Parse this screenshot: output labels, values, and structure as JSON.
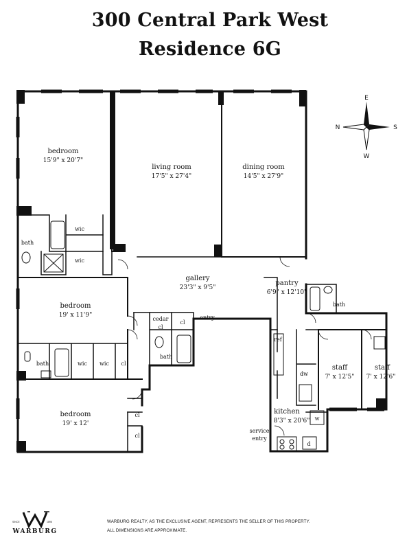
{
  "title": {
    "line1": "300 Central Park West",
    "line2": "Residence 6G"
  },
  "rooms": {
    "bedroom1": {
      "name": "bedroom",
      "dim": "15'9\" x 20'7\""
    },
    "living": {
      "name": "living room",
      "dim": "17'5\" x 27'4\""
    },
    "dining": {
      "name": "dining room",
      "dim": "14'5\" x 27'9\""
    },
    "gallery": {
      "name": "gallery",
      "dim": "23'3\" x 9'5\""
    },
    "pantry": {
      "name": "pantry",
      "dim": "6'9\" x 12'10\""
    },
    "bedroom2": {
      "name": "bedroom",
      "dim": "19' x 11'9\""
    },
    "bedroom3": {
      "name": "bedroom",
      "dim": "19' x 12'"
    },
    "staff1": {
      "name": "staff",
      "dim": "7' x 12'5\""
    },
    "staff2": {
      "name": "staff",
      "dim": "7' x 12'6\""
    },
    "kitchen": {
      "name": "kitchen",
      "dim": "8'3\" x 20'6\""
    }
  },
  "labels": {
    "bath": "bath",
    "wic": "wic",
    "cl": "cl",
    "cedar": "cedar",
    "entry": "entry",
    "service": "service",
    "ref": "ref",
    "dw": "dw",
    "w": "w",
    "d": "d"
  },
  "compass": {
    "e": "E",
    "n": "N",
    "s": "S",
    "w": "W"
  },
  "footer": {
    "line1": "WARBURG REALTY, AS THE EXCLUSIVE AGENT, REPRESENTS THE SELLER OF THIS PROPERTY.",
    "line2": "ALL DIMENSIONS ARE APPROXIMATE."
  },
  "logo": {
    "name": "WARBURG",
    "since": "SINCE",
    "year": "1896"
  },
  "colors": {
    "wall": "#111111",
    "background": "#ffffff"
  }
}
